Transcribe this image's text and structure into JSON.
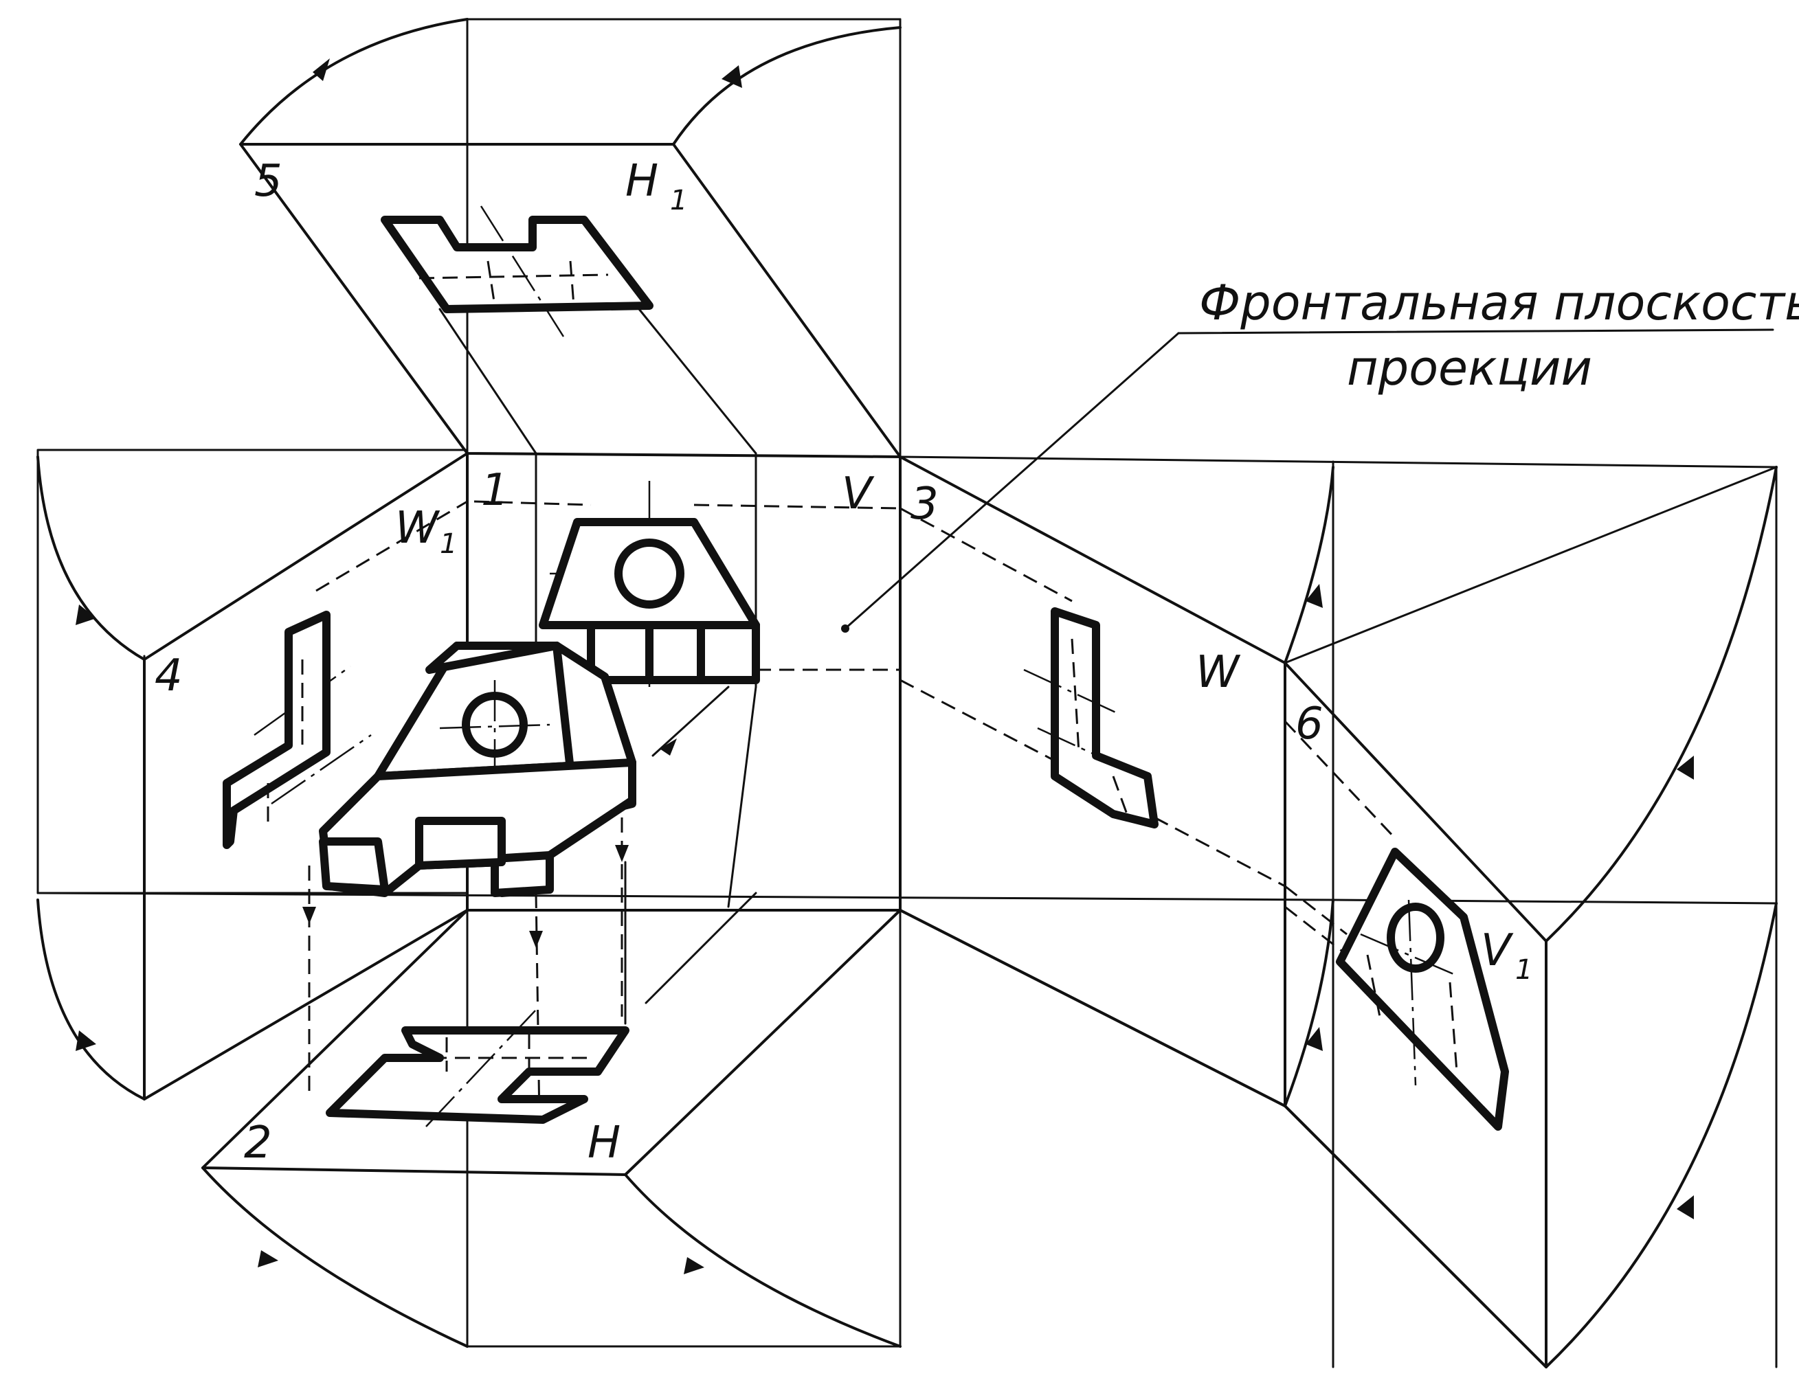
{
  "caption": {
    "line1": "Фронтальная плоскость",
    "line2": "проекции"
  },
  "labels": {
    "n1": "1",
    "n2": "2",
    "n3": "3",
    "n4": "4",
    "n5": "5",
    "n6": "6",
    "V": "V",
    "H": "H",
    "H1": "H",
    "H1_sub": "1",
    "W": "W",
    "W1": "W",
    "W1_sub": "1",
    "V1": "V",
    "V1_sub": "1"
  }
}
